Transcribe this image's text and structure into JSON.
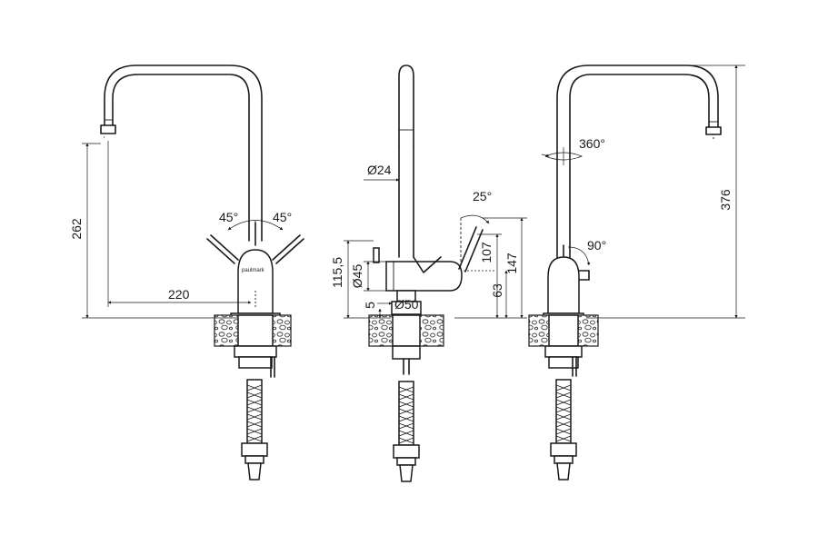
{
  "brand": "paulmark",
  "dimensions": {
    "side_height": "262",
    "reach": "220",
    "lever_left_angle": "45°",
    "lever_right_angle": "45°",
    "spout_diameter": "Ø24",
    "lever_angle": "25°",
    "body_height": "115,5",
    "body_diameter": "Ø45",
    "lever_height": "107",
    "total_height_mid": "147",
    "lever_axis_height": "63",
    "base_height": "5",
    "base_diameter": "Ø50",
    "swivel_angle": "360°",
    "total_height": "376",
    "handle_angle": "90°"
  }
}
